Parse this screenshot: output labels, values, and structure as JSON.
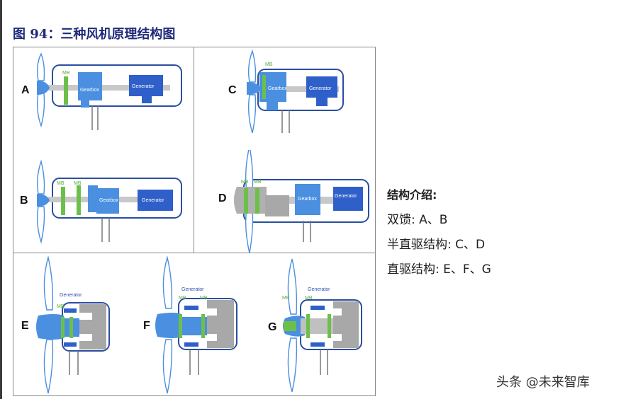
{
  "figure": {
    "title": "图 94：三种风机原理结构图"
  },
  "panels": {
    "A": {
      "label": "A",
      "mb": "MB",
      "gearbox": "Gearbox",
      "generator": "Generator"
    },
    "B": {
      "label": "B",
      "mb1": "MB",
      "mb2": "MB",
      "gearbox": "Gearbox",
      "generator": "Generator"
    },
    "C": {
      "label": "C",
      "mb": "MB",
      "gearbox": "Gearbox",
      "generator": "Generator"
    },
    "D": {
      "label": "D",
      "mb1": "MB",
      "mb2": "MB",
      "gearbox": "Gearbox",
      "generator": "Generator"
    },
    "E": {
      "label": "E",
      "mb": "MB",
      "generator": "Generator"
    },
    "F": {
      "label": "F",
      "mb1": "MB",
      "mb2": "MB",
      "generator": "Generator"
    },
    "G": {
      "label": "G",
      "mb1": "MB",
      "mb2": "MB",
      "generator": "Generator"
    }
  },
  "legend": {
    "heading": "结构介绍:",
    "rows": [
      "双馈: A、B",
      "半直驱结构: C、D",
      "直驱结构: E、F、G"
    ]
  },
  "watermark": "头条 @未来智库",
  "colors": {
    "hub": "#4a8fe0",
    "nacelle_outline": "#2a4fa0",
    "mb": "#6cc04a",
    "gearbox": "#4a8fe0",
    "generator": "#2f5fc8",
    "shaft": "#c8c8c8",
    "direct_drive_body": "#a8a8a8"
  }
}
